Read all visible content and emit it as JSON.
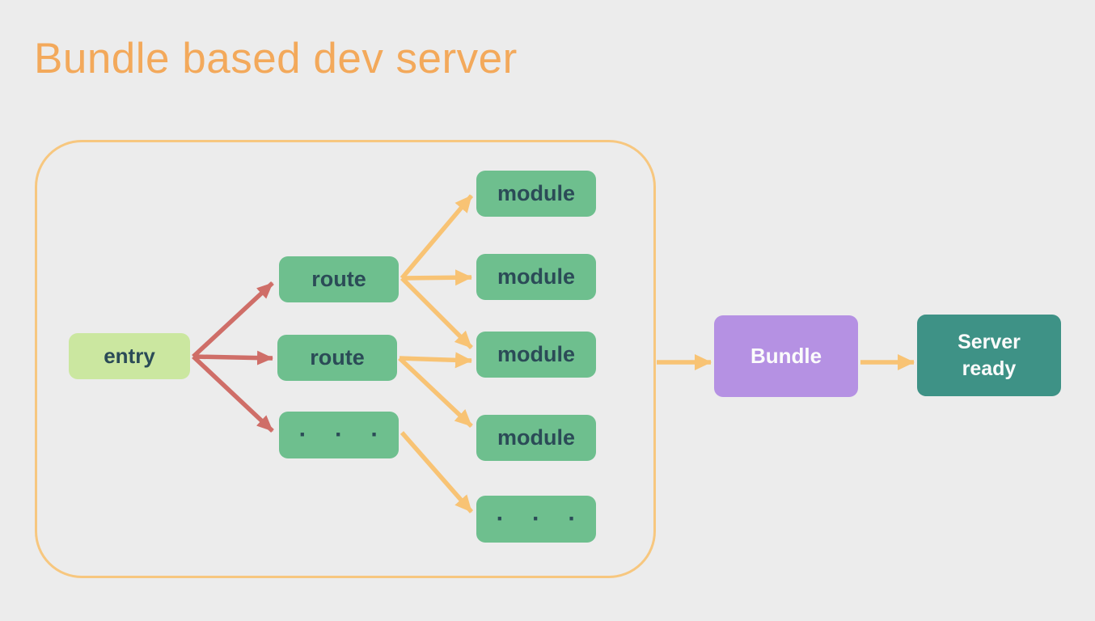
{
  "title": "Bundle based dev server",
  "colors": {
    "background": "#ececec",
    "title_text": "#f3a95b",
    "container_border": "#f7c77f",
    "entry_fill": "#cbe7a0",
    "node_fill": "#6ebf8e",
    "node_text": "#2b4b57",
    "red_arrow": "#cf6e68",
    "orange_arrow": "#f8c374",
    "bundle_fill": "#b591e3",
    "server_fill": "#3e9286",
    "light_text": "#fbfbfb"
  },
  "diagram": {
    "entry": {
      "label": "entry"
    },
    "routes": [
      {
        "label": "route"
      },
      {
        "label": "route"
      },
      {
        "label": "· · ·"
      }
    ],
    "modules": [
      {
        "label": "module"
      },
      {
        "label": "module"
      },
      {
        "label": "module"
      },
      {
        "label": "module"
      },
      {
        "label": "· · ·"
      }
    ],
    "bundle": {
      "label": "Bundle"
    },
    "server": {
      "lines": [
        "Server",
        "ready"
      ]
    }
  }
}
